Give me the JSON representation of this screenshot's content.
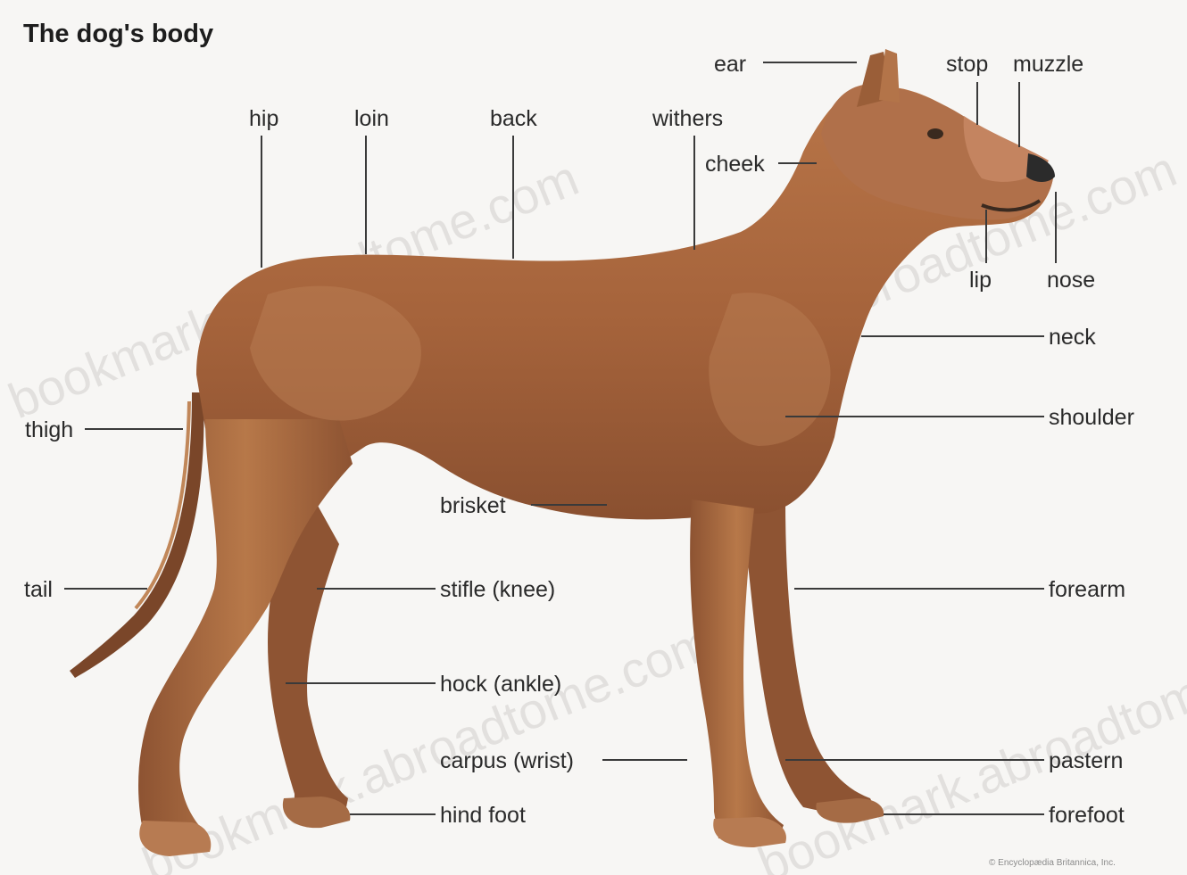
{
  "title": "The dog's body",
  "colors": {
    "coat": "#a8673f",
    "coat_dark": "#7a4629",
    "coat_light": "#c58a5e",
    "nails": "#2b2b2b"
  },
  "labels": {
    "ear": "ear",
    "stop": "stop",
    "muzzle": "muzzle",
    "hip": "hip",
    "loin": "loin",
    "back": "back",
    "withers": "withers",
    "cheek": "cheek",
    "lip": "lip",
    "nose": "nose",
    "neck": "neck",
    "shoulder": "shoulder",
    "thigh": "thigh",
    "brisket": "brisket",
    "tail": "tail",
    "stifle": "stifle (knee)",
    "forearm": "forearm",
    "hock": "hock (ankle)",
    "carpus": "carpus (wrist)",
    "pastern": "pastern",
    "hind_foot": "hind foot",
    "forefoot": "forefoot"
  },
  "watermark": "bookmark.abroadtome.com",
  "credit": "© Encyclopædia Britannica, Inc."
}
